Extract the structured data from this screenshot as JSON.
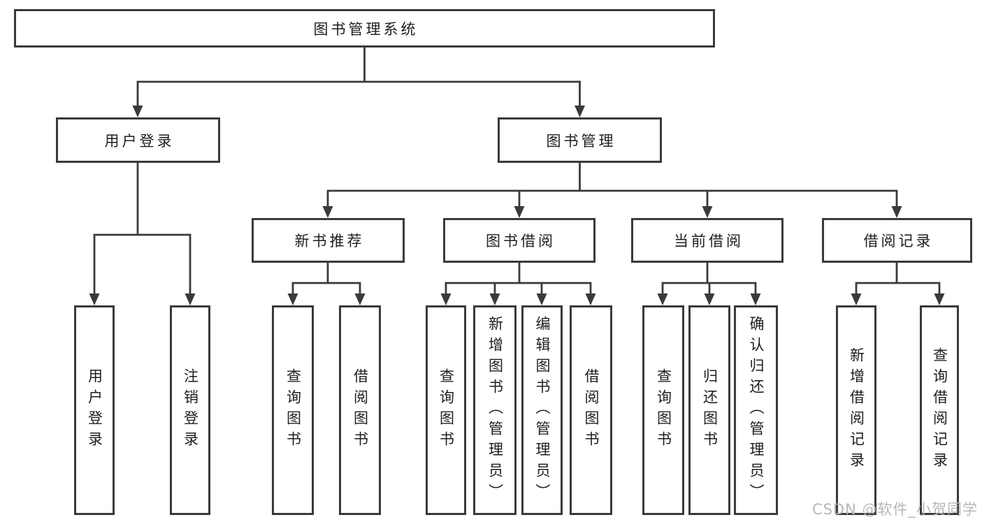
{
  "colors": {
    "line": "#3a3a3a",
    "text": "#1e1e1e",
    "watermark": "#b8b8b8",
    "background": "#ffffff"
  },
  "watermark": {
    "text": "CSDN @软件_小贺同学"
  },
  "tree": {
    "label": "图书管理系统",
    "children": [
      {
        "label": "用户登录",
        "children": [
          {
            "label": "用户登录"
          },
          {
            "label": "注销登录"
          }
        ]
      },
      {
        "label": "图书管理",
        "children": [
          {
            "label": "新书推荐",
            "children": [
              {
                "label": "查询图书"
              },
              {
                "label": "借阅图书"
              }
            ]
          },
          {
            "label": "图书借阅",
            "children": [
              {
                "label": "查询图书"
              },
              {
                "label": "新增图书（管理员）"
              },
              {
                "label": "编辑图书（管理员）"
              },
              {
                "label": "借阅图书"
              }
            ]
          },
          {
            "label": "当前借阅",
            "children": [
              {
                "label": "查询图书"
              },
              {
                "label": "归还图书"
              },
              {
                "label": "确认归还（管理员）"
              }
            ]
          },
          {
            "label": "借阅记录",
            "children": [
              {
                "label": "新增借阅记录"
              },
              {
                "label": "查询借阅记录"
              }
            ]
          }
        ]
      }
    ]
  }
}
